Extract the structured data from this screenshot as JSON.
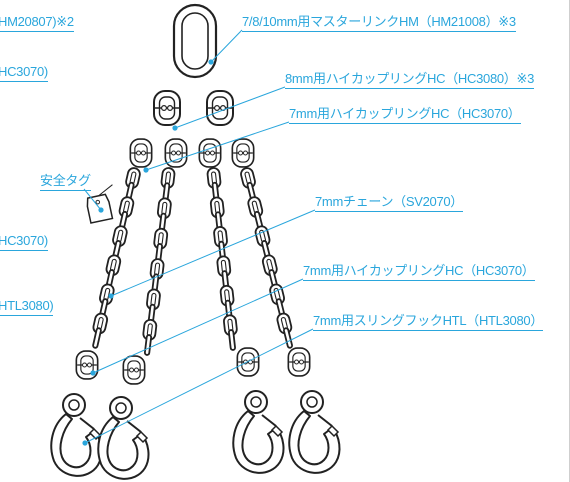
{
  "labels": {
    "top_left_partial": "HM20807)※2",
    "master_link": "7/8/10mm用マスターリンクHM（HM21008）※3",
    "left_hc_partial_1": "HC3070)",
    "coupling_8mm": "8mm用ハイカップリングHC（HC3080）※3",
    "coupling_7mm_top": "7mm用ハイカップリングHC（HC3070）",
    "safety_tag": "安全タグ",
    "chain_7mm": "7mmチェーン（SV2070）",
    "left_hc_partial_2": "HC3070)",
    "coupling_7mm_bottom": "7mm用ハイカップリングHC（HC3070）",
    "left_htl_partial": "HTL3080)",
    "sling_hook": "7mm用スリングフックHTL（HTL3080）"
  },
  "colors": {
    "accent": "#2aa6dc",
    "line_art": "#222222",
    "background": "#ffffff"
  }
}
